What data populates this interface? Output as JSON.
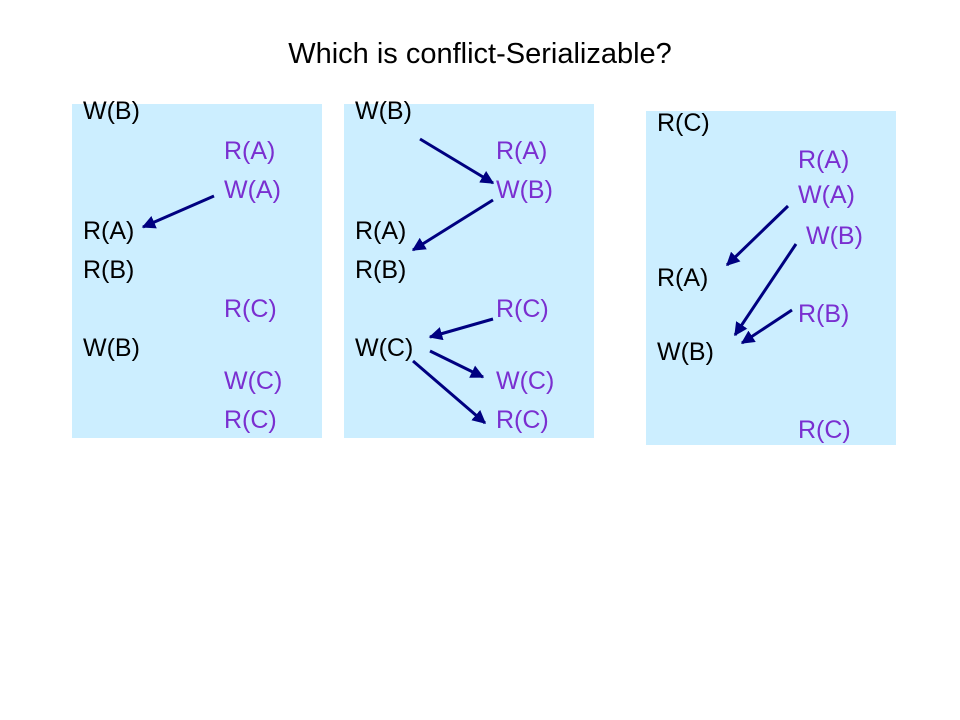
{
  "title": "Which is conflict-Serializable?",
  "colors": {
    "panel_bg": "#cceeff",
    "t1_text": "#000000",
    "t2_text": "#7a2fd0",
    "arrow": "#000080"
  },
  "schedules": [
    {
      "ops": [
        {
          "txn": "T1",
          "op": "W(B)"
        },
        {
          "txn": "T2",
          "op": "R(A)"
        },
        {
          "txn": "T2",
          "op": "W(A)"
        },
        {
          "txn": "T1",
          "op": "R(A)"
        },
        {
          "txn": "T1",
          "op": "R(B)"
        },
        {
          "txn": "T2",
          "op": "R(C)"
        },
        {
          "txn": "T1",
          "op": "W(B)"
        },
        {
          "txn": "T2",
          "op": "W(C)"
        },
        {
          "txn": "T2",
          "op": "R(C)"
        }
      ],
      "conflict_arrows": [
        {
          "from": 2,
          "to": 3
        }
      ]
    },
    {
      "ops": [
        {
          "txn": "T1",
          "op": "W(B)"
        },
        {
          "txn": "T2",
          "op": "R(A)"
        },
        {
          "txn": "T2",
          "op": "W(B)"
        },
        {
          "txn": "T1",
          "op": "R(A)"
        },
        {
          "txn": "T1",
          "op": "R(B)"
        },
        {
          "txn": "T2",
          "op": "R(C)"
        },
        {
          "txn": "T1",
          "op": "W(C)"
        },
        {
          "txn": "T2",
          "op": "W(C)"
        },
        {
          "txn": "T2",
          "op": "R(C)"
        }
      ],
      "conflict_arrows": [
        {
          "from": 0,
          "to": 2
        },
        {
          "from": 2,
          "to": 4
        },
        {
          "from": 5,
          "to": 6
        },
        {
          "from": 6,
          "to": 7
        },
        {
          "from": 6,
          "to": 8
        }
      ]
    },
    {
      "ops": [
        {
          "txn": "T1",
          "op": "R(C)"
        },
        {
          "txn": "T2",
          "op": "R(A)"
        },
        {
          "txn": "T2",
          "op": "W(A)"
        },
        {
          "txn": "T2",
          "op": "W(B)"
        },
        {
          "txn": "T1",
          "op": "R(A)"
        },
        {
          "txn": "T2",
          "op": "R(B)"
        },
        {
          "txn": "T1",
          "op": "W(B)"
        },
        {
          "txn": "T2",
          "op": "R(C)"
        }
      ],
      "conflict_arrows": [
        {
          "from": 2,
          "to": 4
        },
        {
          "from": 3,
          "to": 6
        },
        {
          "from": 5,
          "to": 6
        }
      ]
    }
  ]
}
